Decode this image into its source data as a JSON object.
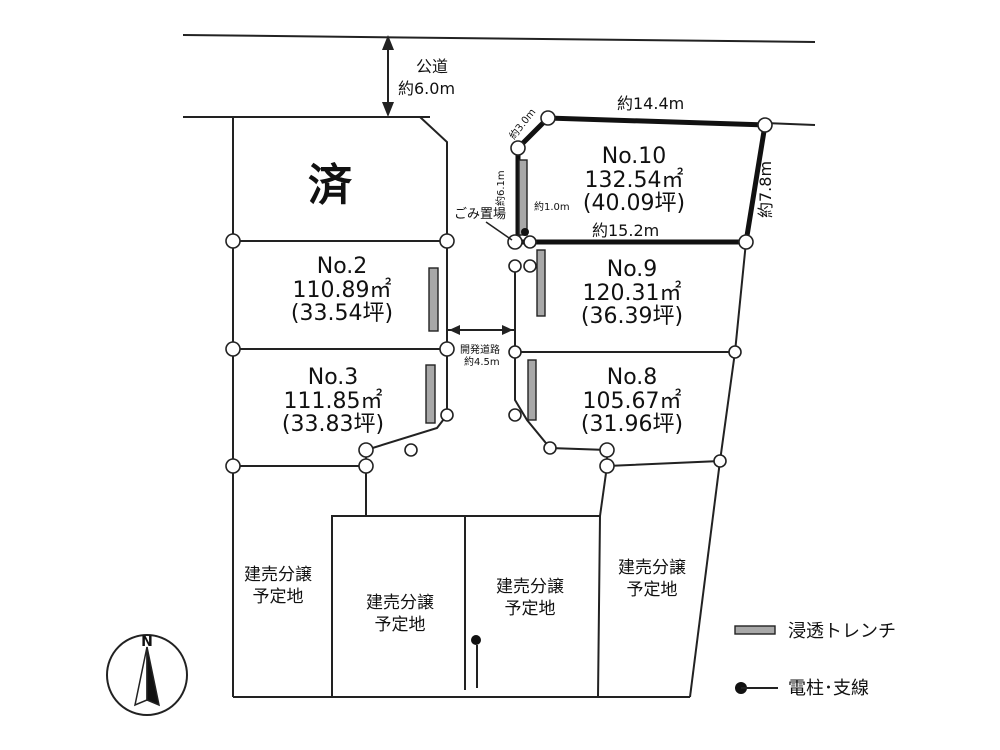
{
  "public_road": {
    "name": "公道",
    "width": "約6.0m"
  },
  "sold_label": "済",
  "lots": [
    {
      "no": "No.10",
      "area": "132.54㎡",
      "tsubo": "(40.09坪)"
    },
    {
      "no": "No.2",
      "area": "110.89㎡",
      "tsubo": "(33.54坪)"
    },
    {
      "no": "No.9",
      "area": "120.31㎡",
      "tsubo": "(36.39坪)"
    },
    {
      "no": "No.3",
      "area": "111.85㎡",
      "tsubo": "(33.83坪)"
    },
    {
      "no": "No.8",
      "area": "105.67㎡",
      "tsubo": "(31.96坪)"
    }
  ],
  "dimensions": {
    "top": "約14.4m",
    "right": "約7.8m",
    "bottom": "約15.2m",
    "left": "約6.1m",
    "corner": "約3.0m",
    "garbage_offset": "約1.0m"
  },
  "garbage_area": "ごみ置場",
  "dev_road": {
    "name": "開発道路",
    "width": "約4.5m"
  },
  "planned_sale": {
    "line1": "建売分譲",
    "line2": "予定地"
  },
  "legend": [
    {
      "icon": "trench-icon",
      "label": "浸透トレンチ"
    },
    {
      "icon": "utility-pole-icon",
      "label": "電柱･支線"
    }
  ],
  "compass": "N",
  "colors": {
    "line": "#222222",
    "trench": "#a8a8a8"
  }
}
